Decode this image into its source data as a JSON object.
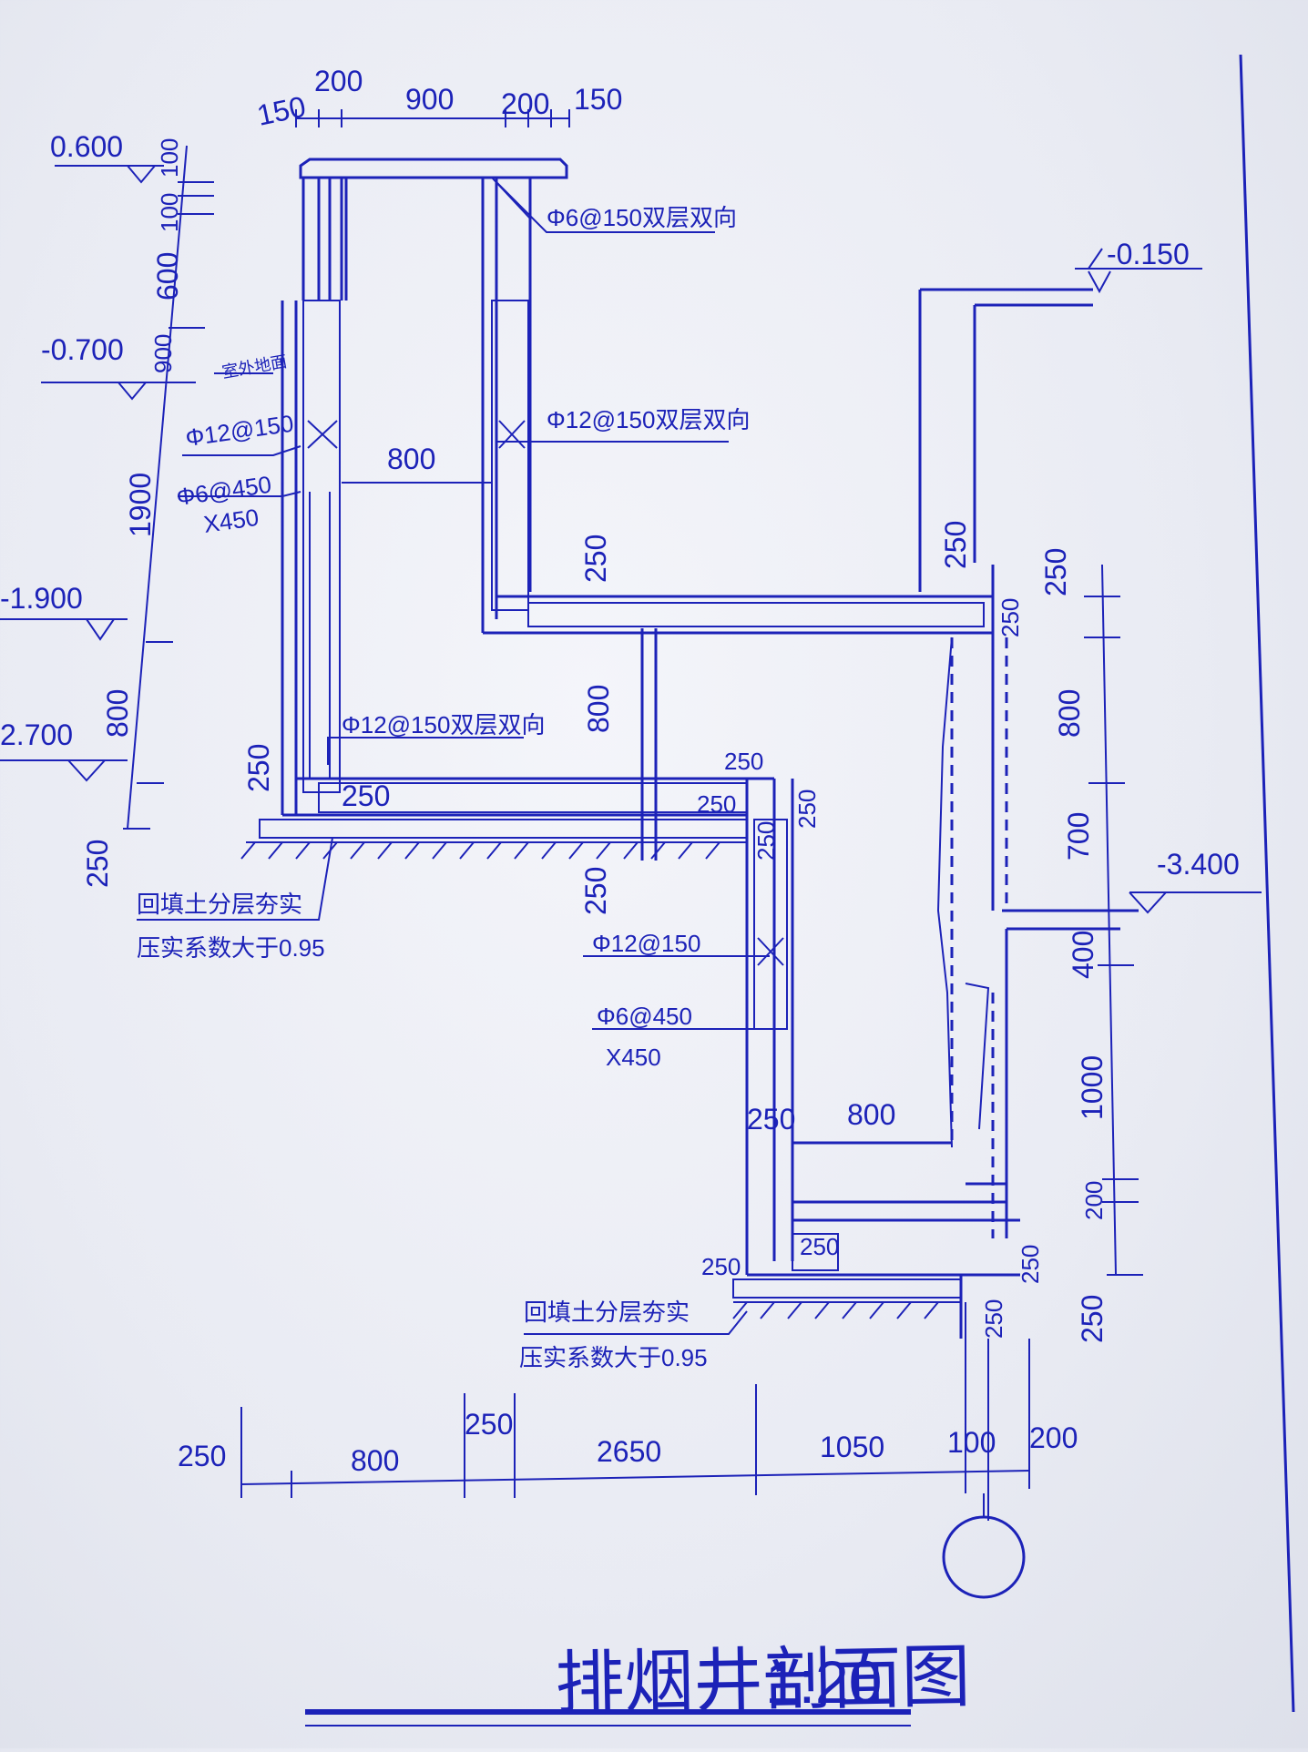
{
  "title": "排烟井剖面图",
  "scale": "1:20",
  "colors": {
    "ink": "#1c22b8",
    "paper": "#eceef6"
  },
  "elevations": {
    "e1": "0.600",
    "e2": "-0.700",
    "e3": "-1.900",
    "e4": "2.700",
    "e5": "-0.150",
    "e6": "-3.400"
  },
  "labels": {
    "outdoor_ground": "室外地面",
    "rebar_top": "Φ6@150双层双向",
    "rebar_wall_upper": "Φ12@150双层双向",
    "rebar_slab": "Φ12@150双层双向",
    "rebar_left_v": "Φ12@150",
    "rebar_left_h1": "Φ6@450",
    "rebar_left_h2": "X450",
    "rebar_mid_v": "Φ12@150",
    "rebar_mid_h1": "Φ6@450",
    "rebar_mid_h2": "X450",
    "backfill1_a": "回填土分层夯实",
    "backfill1_b": "压实系数大于0.95",
    "backfill2_a": "回填土分层夯实",
    "backfill2_b": "压实系数大于0.95"
  },
  "dims": {
    "top": [
      "150",
      "200",
      "900",
      "200",
      "150"
    ],
    "left_v": [
      "100",
      "100",
      "600",
      "900",
      "1900",
      "800",
      "250"
    ],
    "right_v": [
      "250",
      "250",
      "800",
      "700",
      "400",
      "1000",
      "200",
      "250"
    ],
    "bottom": [
      "250",
      "800",
      "250",
      "2650",
      "1050",
      "100",
      "200"
    ],
    "inner": {
      "w800_upper": "800",
      "t250_a": "250",
      "h800_mid": "800",
      "t250_b": "250",
      "t250_left": "250",
      "t250_slab": "250",
      "t250_c": "250",
      "t250_d": "250",
      "t250_e": "250",
      "t250_f": "250",
      "t250_g": "250",
      "t250_h": "250",
      "w800_lower": "800",
      "t250_i": "250",
      "t250_j": "250",
      "t250_k": "250",
      "t250_l": "250",
      "t250_m": "250",
      "t250_n": "250"
    }
  }
}
